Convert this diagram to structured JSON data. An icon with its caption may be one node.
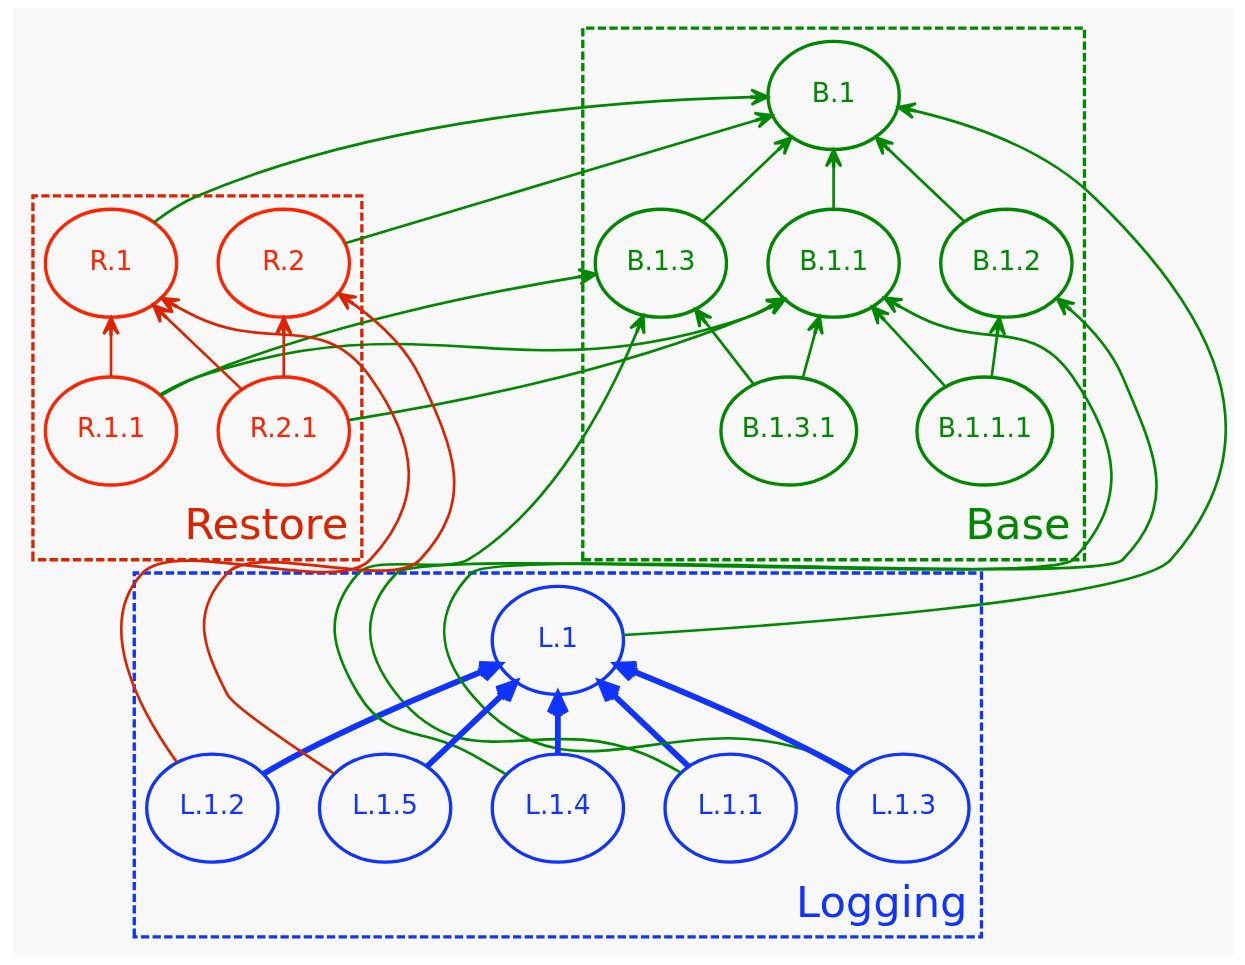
{
  "diagram": {
    "nodes": [
      {
        "text": [
          "Base"
        ]
      },
      {
        "text": [
          "B.1"
        ],
        "in": 0
      },
      {
        "text": [
          "B.1.1"
        ],
        "in": 0
      },
      {
        "text": [
          "B.1.2"
        ],
        "in": 0
      },
      {
        "text": [
          "B.1.3"
        ],
        "in": 0
      },
      {
        "text": [
          "B.1.1.1"
        ],
        "in": 0
      },
      {
        "text": [
          "B.1.3.1"
        ],
        "in": 0
      },
      {
        "text": [
          "Restore"
        ]
      },
      {
        "text": [
          "R.1"
        ],
        "in": 7
      },
      {
        "text": [
          "R.2"
        ],
        "in": 7
      },
      {
        "text": [
          "R.1.1"
        ],
        "in": 7
      },
      {
        "text": [
          "R.2.1"
        ],
        "in": 7
      },
      {
        "text": [
          "Logging"
        ]
      },
      {
        "text": [
          "L.1"
        ],
        "in": 12
      },
      {
        "text": [
          "L.1.1"
        ],
        "in": 12
      },
      {
        "text": [
          "L.1.2"
        ],
        "in": 12
      },
      {
        "text": [
          "L.1.3"
        ],
        "in": 12
      },
      {
        "text": [
          "L.1.4"
        ],
        "in": 12
      },
      {
        "text": [
          "L.1.5"
        ],
        "in": 12
      }
    ],
    "edges": [
      {
        "from": 2,
        "to": 1,
        "arrow": "to"
      },
      {
        "from": 3,
        "to": 1,
        "arrow": "to"
      },
      {
        "from": 4,
        "to": 1,
        "arrow": "to"
      },
      {
        "from": 5,
        "to": 2,
        "arrow": "to"
      },
      {
        "from": 5,
        "to": 3,
        "arrow": "to"
      },
      {
        "from": 6,
        "to": 4,
        "arrow": "to"
      },
      {
        "from": 6,
        "to": 2,
        "arrow": "to"
      },
      {
        "from": 10,
        "to": 8,
        "arrow": "to",
        "color": "#dd2200"
      },
      {
        "from": 11,
        "to": 8,
        "arrow": "to",
        "color": "#dd2200"
      },
      {
        "from": 11,
        "to": 9,
        "arrow": "to",
        "color": "#dd2200"
      },
      {
        "from": 14,
        "to": 13,
        "arrow": "to",
        "style": "thick",
        "color": "#1133ff"
      },
      {
        "from": 15,
        "to": 13,
        "arrow": "to",
        "style": "thick",
        "color": "#1133ff"
      },
      {
        "from": 16,
        "to": 13,
        "arrow": "to",
        "style": "thick",
        "color": "#1133ff"
      },
      {
        "from": 17,
        "to": 13,
        "arrow": "to",
        "style": "thick",
        "color": "#1133ff"
      },
      {
        "from": 18,
        "to": 13,
        "arrow": "to",
        "style": "thick",
        "color": "#1133ff"
      },
      {
        "from": 8,
        "to": 1,
        "arrow": "to"
      },
      {
        "from": 9,
        "to": 1,
        "arrow": "to"
      },
      {
        "from": 10,
        "to": 4,
        "arrow": "to"
      },
      {
        "from": 10,
        "to": 2,
        "arrow": "to"
      },
      {
        "from": 11,
        "to": 2,
        "arrow": "to"
      },
      {
        "from": 14,
        "to": 2,
        "arrow": "to"
      },
      {
        "from": 13,
        "to": 1,
        "arrow": "to"
      },
      {
        "from": 16,
        "to": 3,
        "arrow": "to"
      },
      {
        "from": 17,
        "to": 4,
        "arrow": "to"
      },
      {
        "from": 15,
        "to": 8,
        "arrow": "to",
        "color": "#dd2200"
      },
      {
        "from": 18,
        "to": 9,
        "arrow": "to",
        "color": "#dd2200"
      }
    ]
  }
}
